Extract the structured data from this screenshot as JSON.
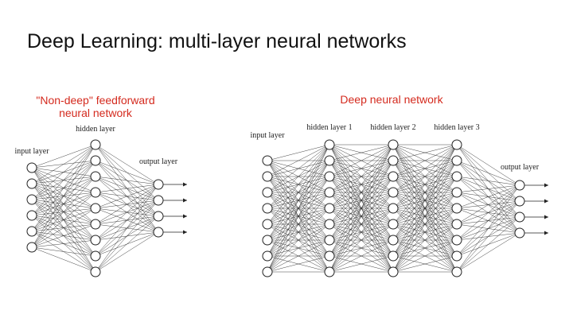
{
  "title": "Deep Learning: multi-layer neural networks",
  "colors": {
    "caption": "#d42a1e",
    "edge": "#222222",
    "node_stroke": "#222222",
    "node_fill": "#ffffff"
  },
  "left_diagram": {
    "caption_line1": "\"Non-deep\" feedforward",
    "caption_line2": "neural network",
    "layers": [
      {
        "label": "input layer",
        "nodes": 6
      },
      {
        "label": "hidden layer",
        "nodes": 9
      },
      {
        "label": "output layer",
        "nodes": 4
      }
    ]
  },
  "right_diagram": {
    "caption": "Deep neural network",
    "layers": [
      {
        "label": "input layer",
        "nodes": 8
      },
      {
        "label": "hidden layer 1",
        "nodes": 9
      },
      {
        "label": "hidden layer 2",
        "nodes": 9
      },
      {
        "label": "hidden layer 3",
        "nodes": 9
      },
      {
        "label": "output layer",
        "nodes": 4
      }
    ]
  }
}
